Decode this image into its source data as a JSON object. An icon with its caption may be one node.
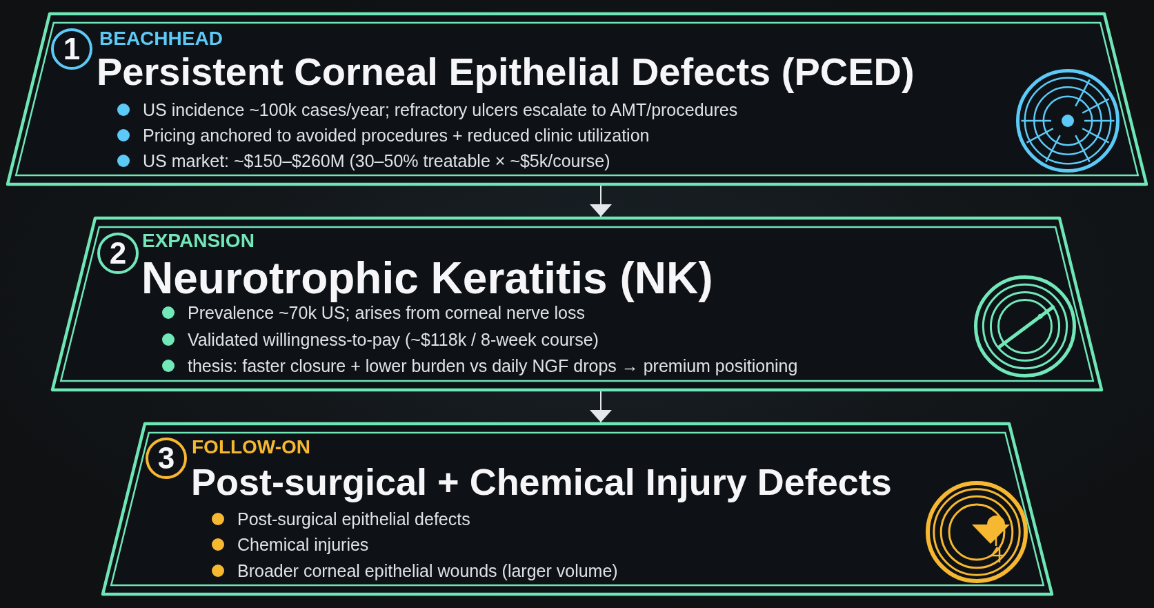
{
  "diagram": {
    "nodes": [
      {
        "text": [
          "1",
          "BEACHHEAD",
          "Persistent Corneal Epithelial Defects (PCED)",
          "US incidence ~100k cases/year; refractory ulcers escalate to AMT/procedures",
          "Pricing anchored to avoided procedures + reduced clinic utilization",
          "US market: ~$150–$260M (30–50% treatable × ~$5k/course)"
        ]
      },
      {
        "text": [
          "2",
          "EXPANSION",
          "Neurotrophic Keratitis (NK)",
          "Prevalence ~70k US; arises from corneal nerve loss",
          "Validated willingness-to-pay (~$118k / 8-week course)",
          "thesis: faster closure + lower burden vs daily NGF drops → premium positioning"
        ]
      },
      {
        "text": [
          "3",
          "FOLLOW-ON",
          "Post-surgical + Chemical Injury Defects",
          "Post-surgical epithelial defects",
          "Chemical injuries",
          "Broader corneal epithelial wounds (larger volume)"
        ]
      }
    ],
    "edges": [
      {
        "from": 0,
        "to": 1,
        "arrow": "to"
      },
      {
        "from": 1,
        "to": 2,
        "arrow": "to"
      }
    ]
  }
}
